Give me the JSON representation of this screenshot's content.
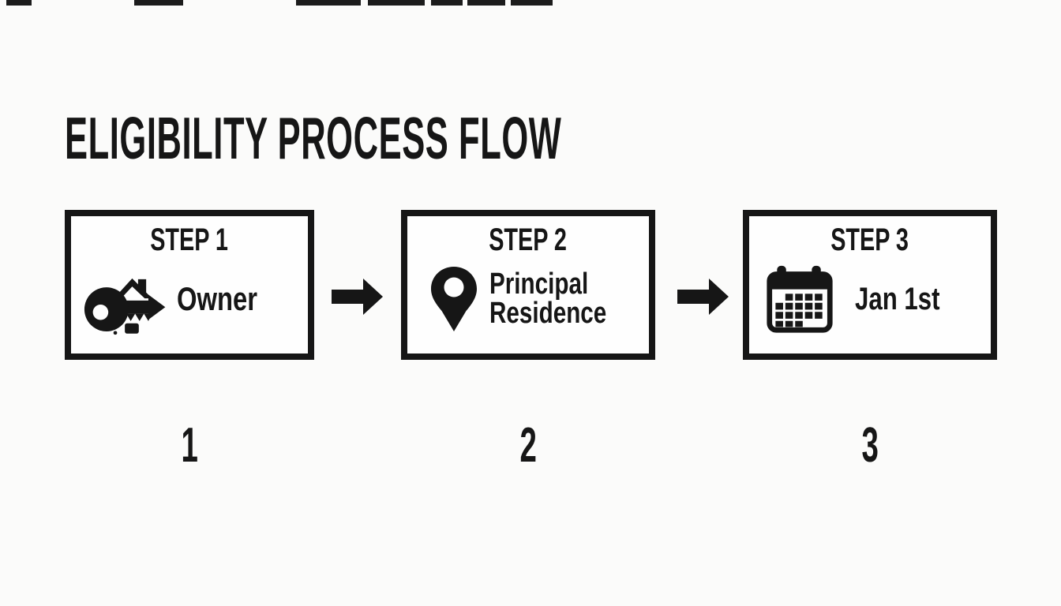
{
  "colors": {
    "ink": "#161616",
    "background": "#fbfbfa",
    "box_background": "#fefefe"
  },
  "title": "ELIGIBILITY PROCESS FLOW",
  "steps": [
    {
      "label": "STEP 1",
      "icon": "house-key-icon",
      "lines": [
        "Owner"
      ],
      "number": "1"
    },
    {
      "label": "STEP 2",
      "icon": "location-pin-icon",
      "lines": [
        "Principal",
        "Residence"
      ],
      "number": "2"
    },
    {
      "label": "STEP 3",
      "icon": "calendar-icon",
      "lines": [
        "Jan 1st"
      ],
      "number": "3"
    }
  ],
  "connectors": [
    {
      "icon": "arrow-right-icon"
    },
    {
      "icon": "arrow-right-icon"
    }
  ]
}
